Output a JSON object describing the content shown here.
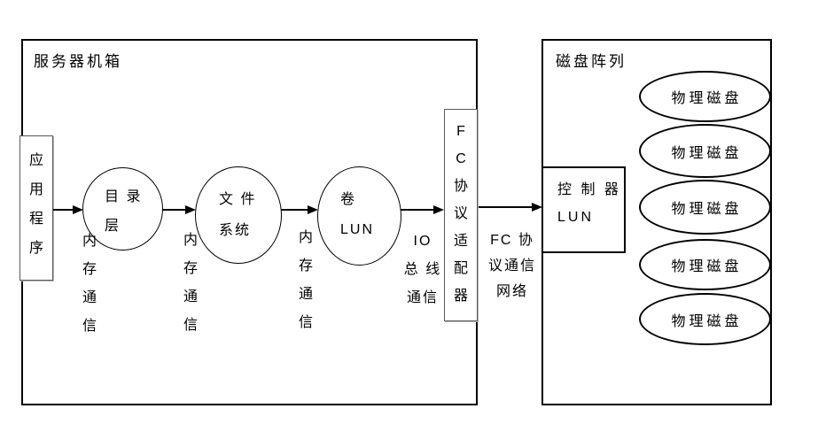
{
  "colors": {
    "line": "#000000",
    "background": "#ffffff",
    "thin_border": "#595959"
  },
  "server": {
    "title": "服务器机箱",
    "application": "应用程序",
    "directory_layer_lines": [
      "目 录",
      "层"
    ],
    "file_system_lines": [
      "文 件",
      "系统"
    ],
    "volume_lun_lines": [
      "卷",
      "LUN"
    ],
    "fc_adapter_text": "FC协议适配器",
    "memory_comm_1": "内存通信",
    "memory_comm_2": "内存通信",
    "memory_comm_3": "内存通信",
    "io_bus_lines": [
      "IO",
      "总 线",
      "通信"
    ]
  },
  "interconnect": {
    "fc_network_lines": [
      "FC 协",
      "议通信",
      "网络"
    ]
  },
  "disk_array": {
    "title": "磁盘阵列",
    "controller_lines": [
      "控 制 器",
      "LUN"
    ],
    "physical_disks": [
      "物理磁盘",
      "物理磁盘",
      "物理磁盘",
      "物理磁盘",
      "物理磁盘"
    ]
  }
}
